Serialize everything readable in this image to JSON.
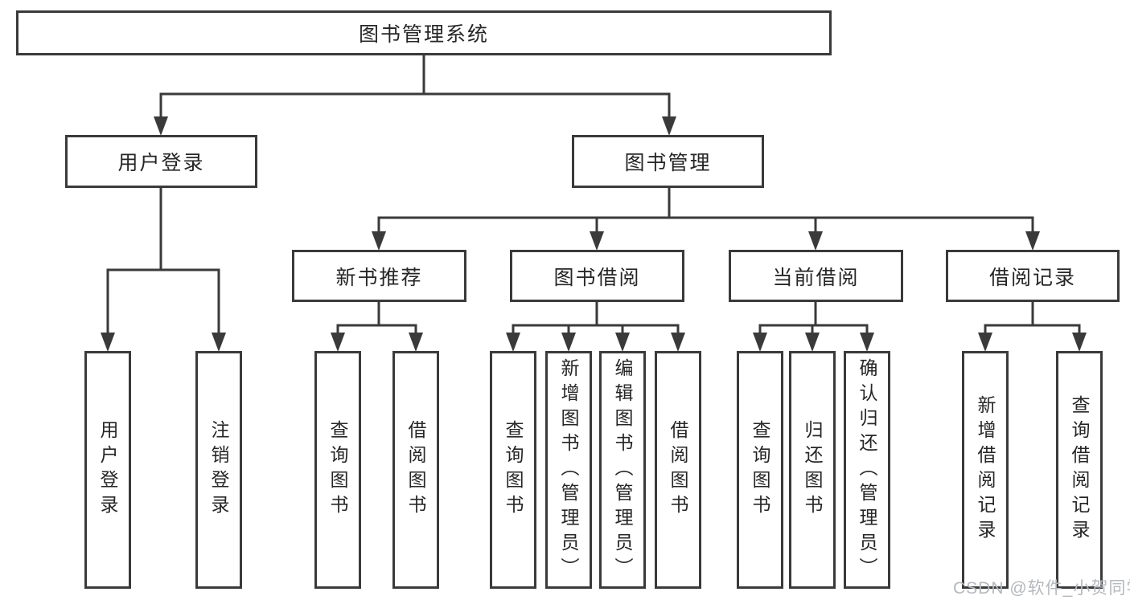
{
  "diagram": {
    "root": {
      "label": "图书管理系统"
    },
    "children": [
      {
        "label": "用户登录",
        "children": [
          {
            "label": "用户登录"
          },
          {
            "label": "注销登录"
          }
        ]
      },
      {
        "label": "图书管理",
        "children": [
          {
            "label": "新书推荐",
            "children": [
              {
                "label": "查询图书"
              },
              {
                "label": "借阅图书"
              }
            ]
          },
          {
            "label": "图书借阅",
            "children": [
              {
                "label": "查询图书"
              },
              {
                "label": "新增图书（管理员）"
              },
              {
                "label": "编辑图书（管理员）"
              },
              {
                "label": "借阅图书"
              }
            ]
          },
          {
            "label": "当前借阅",
            "children": [
              {
                "label": "查询图书"
              },
              {
                "label": "归还图书"
              },
              {
                "label": "确认归还（管理员）"
              }
            ]
          },
          {
            "label": "借阅记录",
            "children": [
              {
                "label": "新增借阅记录"
              },
              {
                "label": "查询借阅记录"
              }
            ]
          }
        ]
      }
    ]
  },
  "watermark": {
    "text": "CSDN @软件_小贺同学"
  },
  "colors": {
    "line": "#3a3a3a",
    "text": "#262626",
    "watermark": "#b5b8bc",
    "background": "#ffffff"
  }
}
